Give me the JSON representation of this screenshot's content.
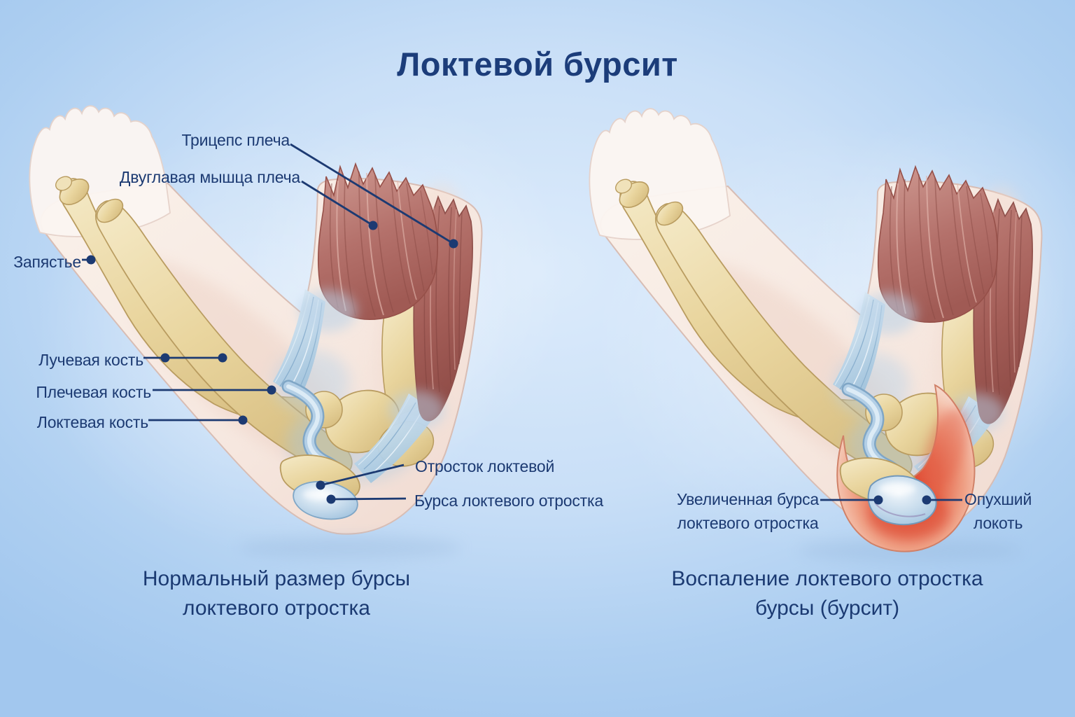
{
  "title": "Локтевой бурсит",
  "panel_left": {
    "caption": [
      "Нормальный размер бурсы",
      "локтевого отростка"
    ],
    "labels": {
      "triceps": "Трицепс плеча",
      "biceps": "Двуглавая мышца плеча",
      "wrist": "Запястье",
      "radius": "Лучевая кость",
      "humerus": "Плечевая кость",
      "ulna": "Локтевая кость",
      "olecranon": "Отросток локтевой",
      "bursa": "Бурса локтевого отростка"
    }
  },
  "panel_right": {
    "caption": [
      "Воспаление локтевого отростка",
      "бурсы (бурсит)"
    ],
    "labels": {
      "enlarged_bursa": [
        "Увеличенная бурса",
        "локтевого отростка"
      ],
      "swollen_elbow": [
        "Опухший",
        "локоть"
      ]
    }
  },
  "colors": {
    "title_navy": "#1c3d7a",
    "label_navy": "#1c3a72",
    "background_blue": "#b7d7f2",
    "skin": "#f6e9e3",
    "bone": "#e9d7a4",
    "muscle": "#b4736d",
    "tendon_blue": "#a9c8e0",
    "bursa_blue": "#c8dcee",
    "inflammation_red": "#e4503c"
  }
}
